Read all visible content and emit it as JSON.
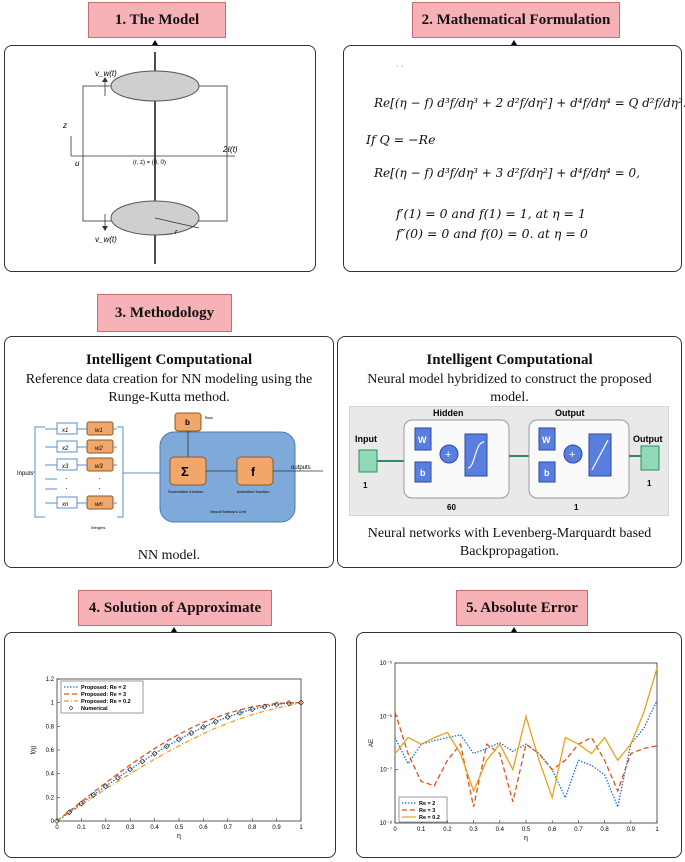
{
  "sections": {
    "model": "1. The Model",
    "formulation": "2. Mathematical Formulation",
    "methodology": "3. Methodology",
    "solution": "4. Solution of Approximate",
    "error": "5. Absolute Error"
  },
  "model_diagram": {
    "top_velocity": "v_w(t)",
    "bottom_velocity": "v_w(t)",
    "z": "z",
    "u": "u",
    "origin": "(r, z) = (0, 0)",
    "gap": "2ℓ(t)",
    "r": "r"
  },
  "equations": {
    "dots": "· ·",
    "eq1": "Re[(η − f) d³f/dη³ + 2 d²f/dη²] + d⁴f/dη⁴ = Q d²f/dη².",
    "if_q": "If Q = −Re",
    "eq2": "Re[(η − f) d³f/dη³ + 3 d²f/dη²] + d⁴f/dη⁴ = 0,",
    "bc1": "f′(1) = 0 and f(1) = 1,  at η = 1",
    "bc2": "f″(0) = 0 and f(0) = 0.  at η = 0"
  },
  "method_left": {
    "heading": "Intelligent Computational",
    "text": "Reference data creation for NN modeling using the Runge-Kutta method.",
    "caption": "NN model.",
    "inputs_label": "Inputs",
    "inputs": [
      "x1",
      "x2",
      "x3",
      "·",
      "·",
      "xn"
    ],
    "weights": [
      "w1",
      "w2",
      "w3",
      "·",
      "·",
      "wn"
    ],
    "weights_label": "Weights",
    "bias": "b",
    "bias_label": "Bias",
    "sum": "Σ",
    "activation": "f",
    "sum_label": "Summation function",
    "act_label": "Activation function",
    "outputs_label": "outputs",
    "network_label": "Neural Network Unit"
  },
  "method_right": {
    "heading": "Intelligent Computational",
    "text": "Neural model hybridized to construct the proposed model.",
    "caption": "Neural networks with Levenberg-Marquardt based Backpropagation.",
    "input_label": "Input",
    "input_n": "1",
    "hidden_label": "Hidden",
    "hidden_n": "60",
    "output_label": "Output",
    "output_n": "1",
    "final_label": "Output",
    "final_n": "1",
    "w": "W",
    "b": "b",
    "plus": "+"
  },
  "chart_data": [
    {
      "type": "line",
      "xlabel": "η",
      "ylabel": "f(η)",
      "xlim": [
        0,
        1
      ],
      "ylim": [
        0,
        1.2
      ],
      "xticks": [
        "0",
        "0.1",
        "0.2",
        "0.3",
        "0.4",
        "0.5",
        "0.6",
        "0.7",
        "0.8",
        "0.9",
        "1"
      ],
      "yticks": [
        "0",
        "0.2",
        "0.4",
        "0.6",
        "0.8",
        "1",
        "1.2"
      ],
      "legend_position": "top-left",
      "series": [
        {
          "name": "Proposed: Re = 2",
          "color": "#1f6fd0",
          "style": "dotted",
          "x": [
            0,
            0.05,
            0.1,
            0.15,
            0.2,
            0.25,
            0.3,
            0.35,
            0.4,
            0.45,
            0.5,
            0.55,
            0.6,
            0.65,
            0.7,
            0.75,
            0.8,
            0.85,
            0.9,
            0.95,
            1
          ],
          "y": [
            0,
            0.074,
            0.148,
            0.222,
            0.294,
            0.366,
            0.436,
            0.504,
            0.569,
            0.632,
            0.69,
            0.744,
            0.794,
            0.839,
            0.879,
            0.914,
            0.944,
            0.967,
            0.985,
            0.996,
            1
          ]
        },
        {
          "name": "Proposed: Re = 3",
          "color": "#e0501a",
          "style": "dashed",
          "x": [
            0,
            0.05,
            0.1,
            0.15,
            0.2,
            0.25,
            0.3,
            0.35,
            0.4,
            0.45,
            0.5,
            0.55,
            0.6,
            0.65,
            0.7,
            0.75,
            0.8,
            0.85,
            0.9,
            0.95,
            1
          ],
          "y": [
            0,
            0.082,
            0.163,
            0.244,
            0.323,
            0.4,
            0.474,
            0.545,
            0.612,
            0.675,
            0.733,
            0.786,
            0.833,
            0.874,
            0.91,
            0.94,
            0.964,
            0.981,
            0.993,
            0.999,
            1
          ]
        },
        {
          "name": "Proposed: Re = 0.2",
          "color": "#e8a21c",
          "style": "dashdot",
          "x": [
            0,
            0.05,
            0.1,
            0.15,
            0.2,
            0.25,
            0.3,
            0.35,
            0.4,
            0.45,
            0.5,
            0.55,
            0.6,
            0.65,
            0.7,
            0.75,
            0.8,
            0.85,
            0.9,
            0.95,
            1
          ],
          "y": [
            0,
            0.068,
            0.136,
            0.204,
            0.27,
            0.336,
            0.4,
            0.462,
            0.522,
            0.58,
            0.635,
            0.688,
            0.738,
            0.784,
            0.826,
            0.864,
            0.898,
            0.928,
            0.953,
            0.974,
            1
          ]
        },
        {
          "name": "Numerical",
          "color": "#333333",
          "style": "marker",
          "x": [
            0,
            0.05,
            0.1,
            0.15,
            0.2,
            0.25,
            0.3,
            0.35,
            0.4,
            0.45,
            0.5,
            0.55,
            0.6,
            0.65,
            0.7,
            0.75,
            0.8,
            0.85,
            0.9,
            0.95,
            1
          ],
          "y": [
            0,
            0.074,
            0.148,
            0.222,
            0.294,
            0.366,
            0.436,
            0.504,
            0.569,
            0.632,
            0.69,
            0.744,
            0.794,
            0.839,
            0.879,
            0.914,
            0.944,
            0.967,
            0.985,
            0.996,
            1
          ]
        }
      ]
    },
    {
      "type": "line",
      "xlabel": "η",
      "ylabel": "AE",
      "xlim": [
        0,
        1
      ],
      "ylim": [
        1e-08,
        1e-05
      ],
      "yscale": "log",
      "xticks": [
        "0",
        "0.1",
        "0.2",
        "0.3",
        "0.4",
        "0.5",
        "0.6",
        "0.7",
        "0.8",
        "0.9",
        "1"
      ],
      "yticks": [
        "10⁻⁸",
        "10⁻⁷",
        "10⁻⁶",
        "10⁻⁵"
      ],
      "legend_position": "bottom-left",
      "series": [
        {
          "name": "Re = 2",
          "color": "#1f6fd0",
          "style": "dotted",
          "x": [
            0,
            0.05,
            0.1,
            0.15,
            0.2,
            0.25,
            0.3,
            0.35,
            0.4,
            0.45,
            0.5,
            0.55,
            0.6,
            0.65,
            0.7,
            0.75,
            0.8,
            0.85,
            0.9,
            0.95,
            1
          ],
          "y": [
            4e-07,
            1.3e-07,
            3e-07,
            3.5e-07,
            4e-07,
            4.5e-07,
            2e-07,
            2.5e-07,
            3.2e-07,
            2.2e-07,
            3e-07,
            2e-07,
            1e-07,
            3e-08,
            1.5e-07,
            1.2e-07,
            8e-08,
            2e-08,
            3e-07,
            6e-07,
            2e-06
          ]
        },
        {
          "name": "Re = 3",
          "color": "#e0501a",
          "style": "dashed",
          "x": [
            0,
            0.05,
            0.1,
            0.15,
            0.2,
            0.25,
            0.3,
            0.35,
            0.4,
            0.45,
            0.5,
            0.55,
            0.6,
            0.65,
            0.7,
            0.75,
            0.8,
            0.85,
            0.9,
            0.95,
            1
          ],
          "y": [
            1.2e-06,
            2e-07,
            6e-08,
            5e-08,
            1.5e-07,
            3e-07,
            2e-08,
            3e-07,
            2e-07,
            2.5e-08,
            3e-07,
            2e-07,
            1e-07,
            1.5e-07,
            3e-07,
            4e-07,
            1.5e-07,
            4e-08,
            2e-07,
            2.5e-07,
            2.8e-07
          ]
        },
        {
          "name": "Re = 0.2",
          "color": "#e8a21c",
          "style": "solid",
          "x": [
            0,
            0.05,
            0.1,
            0.15,
            0.2,
            0.25,
            0.3,
            0.35,
            0.4,
            0.45,
            0.5,
            0.55,
            0.6,
            0.65,
            0.7,
            0.75,
            0.8,
            0.85,
            0.9,
            0.95,
            1
          ],
          "y": [
            2e-07,
            4e-07,
            3e-07,
            4e-07,
            5e-07,
            2e-07,
            4e-08,
            1.5e-07,
            3e-07,
            1e-07,
            1e-06,
            1.5e-07,
            3e-08,
            4e-07,
            3e-07,
            2e-07,
            4e-07,
            1.5e-07,
            3e-07,
            1.2e-06,
            8e-06
          ]
        }
      ]
    }
  ]
}
